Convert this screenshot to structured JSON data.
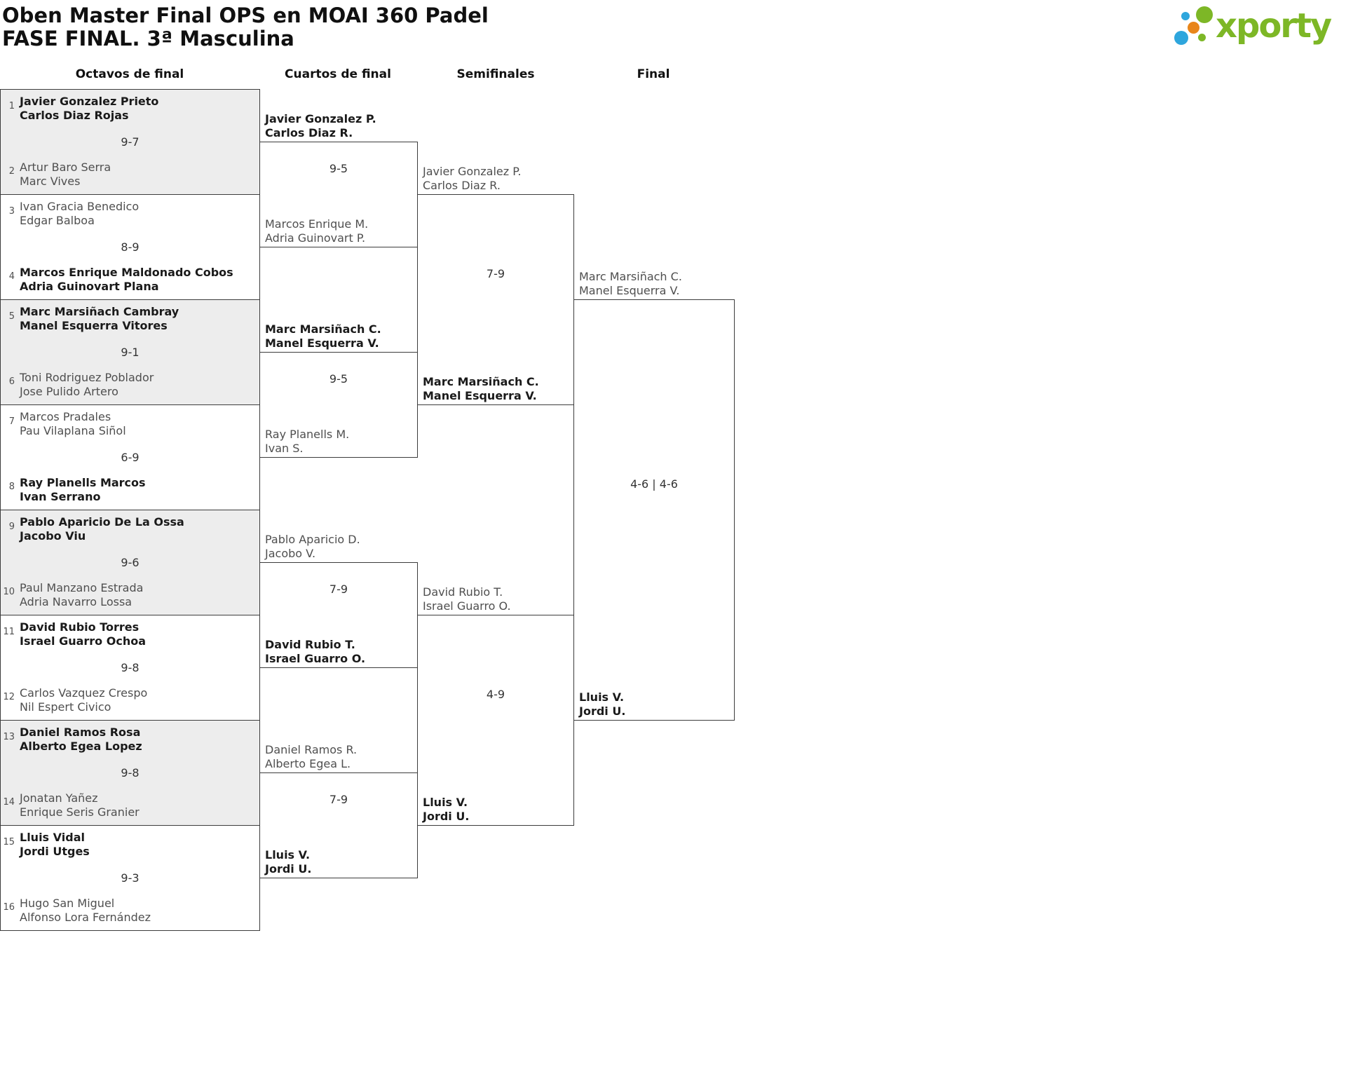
{
  "title": {
    "line1": "Oben Master Final OPS en MOAI 360 Padel",
    "line2": "FASE FINAL. 3ª Masculina"
  },
  "logo": {
    "text": "xporty",
    "colors": {
      "green": "#7db726",
      "blue": "#2ea6dd",
      "orange": "#e8861a"
    },
    "dots": [
      "green-large",
      "blue-small",
      "orange-medium",
      "blue-large",
      "green-small"
    ]
  },
  "round_headers": [
    "Octavos de final",
    "Cuartos de final",
    "Semifinales",
    "Final"
  ],
  "colors": {
    "winner_text": "#1a1a1a",
    "loser_text": "#4f4f4f",
    "border": "#3c3c3c",
    "shaded_box": "#ededed",
    "score_text": "#333333"
  },
  "bracket": {
    "octavos": [
      {
        "seed_top": "1",
        "team_top": [
          "Javier Gonzalez Prieto",
          "Carlos Diaz Rojas"
        ],
        "top_winner": true,
        "score": "9-7",
        "seed_bottom": "2",
        "team_bottom": [
          "Artur Baro Serra",
          "Marc Vives"
        ],
        "bottom_winner": false,
        "shaded": true
      },
      {
        "seed_top": "3",
        "team_top": [
          "Ivan Gracia Benedico",
          "Edgar Balboa"
        ],
        "top_winner": false,
        "score": "8-9",
        "seed_bottom": "4",
        "team_bottom": [
          "Marcos Enrique Maldonado Cobos",
          "Adria Guinovart Plana"
        ],
        "bottom_winner": true,
        "shaded": false
      },
      {
        "seed_top": "5",
        "team_top": [
          "Marc Marsiñach Cambray",
          "Manel Esquerra Vitores"
        ],
        "top_winner": true,
        "score": "9-1",
        "seed_bottom": "6",
        "team_bottom": [
          "Toni Rodriguez Poblador",
          "Jose Pulido Artero"
        ],
        "bottom_winner": false,
        "shaded": true
      },
      {
        "seed_top": "7",
        "team_top": [
          "Marcos Pradales",
          "Pau Vilaplana Siñol"
        ],
        "top_winner": false,
        "score": "6-9",
        "seed_bottom": "8",
        "team_bottom": [
          "Ray Planells Marcos",
          "Ivan Serrano"
        ],
        "bottom_winner": true,
        "shaded": false
      },
      {
        "seed_top": "9",
        "team_top": [
          "Pablo Aparicio De La Ossa",
          "Jacobo Viu"
        ],
        "top_winner": true,
        "score": "9-6",
        "seed_bottom": "10",
        "team_bottom": [
          "Paul Manzano Estrada",
          "Adria Navarro Lossa"
        ],
        "bottom_winner": false,
        "shaded": true
      },
      {
        "seed_top": "11",
        "team_top": [
          "David Rubio Torres",
          "Israel Guarro Ochoa"
        ],
        "top_winner": true,
        "score": "9-8",
        "seed_bottom": "12",
        "team_bottom": [
          "Carlos Vazquez Crespo",
          "Nil Espert Civico"
        ],
        "bottom_winner": false,
        "shaded": false
      },
      {
        "seed_top": "13",
        "team_top": [
          "Daniel Ramos Rosa",
          "Alberto Egea Lopez"
        ],
        "top_winner": true,
        "score": "9-8",
        "seed_bottom": "14",
        "team_bottom": [
          "Jonatan Yañez",
          "Enrique Seris Granier"
        ],
        "bottom_winner": false,
        "shaded": true
      },
      {
        "seed_top": "15",
        "team_top": [
          "Lluis Vidal",
          "Jordi Utges"
        ],
        "top_winner": true,
        "score": "9-3",
        "seed_bottom": "16",
        "team_bottom": [
          "Hugo San Miguel",
          "Alfonso Lora Fernández"
        ],
        "bottom_winner": false,
        "shaded": false
      }
    ],
    "cuartos": [
      {
        "team_top": [
          "Javier Gonzalez P.",
          "Carlos Diaz R."
        ],
        "top_winner": true,
        "score": "9-5",
        "team_bottom": [
          "Marcos Enrique M.",
          "Adria Guinovart P."
        ],
        "bottom_winner": false
      },
      {
        "team_top": [
          "Marc Marsiñach C.",
          "Manel Esquerra V."
        ],
        "top_winner": true,
        "score": "9-5",
        "team_bottom": [
          "Ray Planells M.",
          "Ivan S."
        ],
        "bottom_winner": false
      },
      {
        "team_top": [
          "Pablo Aparicio D.",
          "Jacobo V."
        ],
        "top_winner": false,
        "score": "7-9",
        "team_bottom": [
          "David Rubio T.",
          "Israel Guarro O."
        ],
        "bottom_winner": true
      },
      {
        "team_top": [
          "Daniel Ramos R.",
          "Alberto Egea L."
        ],
        "top_winner": false,
        "score": "7-9",
        "team_bottom": [
          "Lluis V.",
          "Jordi U."
        ],
        "bottom_winner": true
      }
    ],
    "semifinales": [
      {
        "team_top": [
          "Javier Gonzalez P.",
          "Carlos Diaz R."
        ],
        "top_winner": false,
        "score": "7-9",
        "team_bottom": [
          "Marc Marsiñach C.",
          "Manel Esquerra V."
        ],
        "bottom_winner": true
      },
      {
        "team_top": [
          "David Rubio T.",
          "Israel Guarro O."
        ],
        "top_winner": false,
        "score": "4-9",
        "team_bottom": [
          "Lluis V.",
          "Jordi U."
        ],
        "bottom_winner": true
      }
    ],
    "final": [
      {
        "team_top": [
          "Marc Marsiñach C.",
          "Manel Esquerra V."
        ],
        "top_winner": false,
        "score": "4-6 | 4-6",
        "team_bottom": [
          "Lluis V.",
          "Jordi U."
        ],
        "bottom_winner": true
      }
    ]
  }
}
